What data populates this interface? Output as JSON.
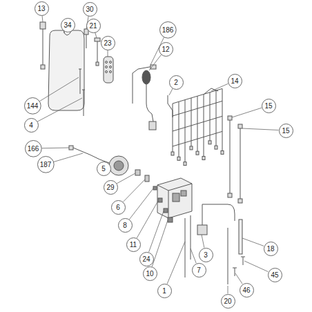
{
  "diagram": {
    "nodes": [
      {
        "text": [
          "13"
        ]
      },
      {
        "text": [
          "30"
        ]
      },
      {
        "text": [
          "34"
        ]
      },
      {
        "text": [
          "21"
        ]
      },
      {
        "text": [
          "23"
        ]
      },
      {
        "text": [
          "186"
        ]
      },
      {
        "text": [
          "12"
        ]
      },
      {
        "text": [
          "2"
        ]
      },
      {
        "text": [
          "14"
        ]
      },
      {
        "text": [
          "15"
        ]
      },
      {
        "text": [
          "15"
        ]
      },
      {
        "text": [
          "144"
        ]
      },
      {
        "text": [
          "4"
        ]
      },
      {
        "text": [
          "166"
        ]
      },
      {
        "text": [
          "187"
        ]
      },
      {
        "text": [
          "5"
        ]
      },
      {
        "text": [
          "29"
        ]
      },
      {
        "text": [
          "6"
        ]
      },
      {
        "text": [
          "8"
        ]
      },
      {
        "text": [
          "11"
        ]
      },
      {
        "text": [
          "24"
        ]
      },
      {
        "text": [
          "10"
        ]
      },
      {
        "text": [
          "1"
        ]
      },
      {
        "text": [
          "7"
        ]
      },
      {
        "text": [
          "3"
        ]
      },
      {
        "text": [
          "18"
        ]
      },
      {
        "text": [
          "45"
        ]
      },
      {
        "text": [
          "46"
        ]
      },
      {
        "text": [
          "20"
        ]
      }
    ]
  }
}
